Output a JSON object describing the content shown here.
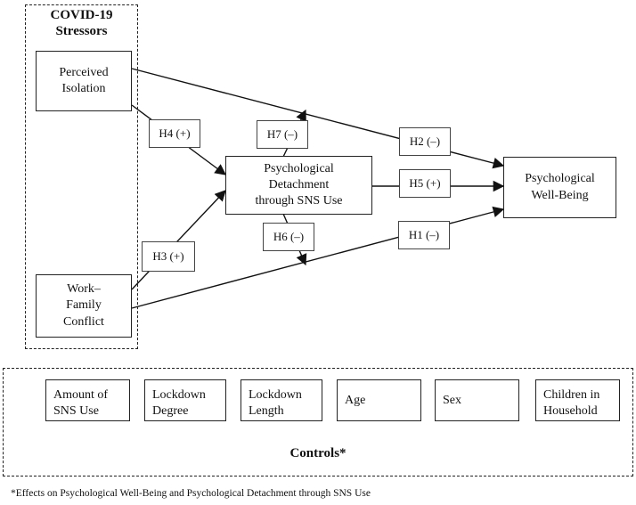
{
  "stressors": {
    "title": "COVID-19\nStressors",
    "perceived_isolation": "Perceived\nIsolation",
    "work_family_conflict": "Work–\nFamily\nConflict"
  },
  "mediator": "Psychological\nDetachment\nthrough SNS Use",
  "outcome": "Psychological\nWell-Being",
  "hypotheses": {
    "h1": "H1 (–)",
    "h2": "H2 (–)",
    "h3": "H3 (+)",
    "h4": "H4 (+)",
    "h5": "H5 (+)",
    "h6": "H6 (–)",
    "h7": "H7 (–)"
  },
  "controls": {
    "title": "Controls*",
    "items": [
      "Amount of\nSNS Use",
      "Lockdown\nDegree",
      "Lockdown\nLength",
      "Age",
      "Sex",
      "Children in\nHousehold"
    ]
  },
  "footnote": "*Effects on Psychological Well-Being and Psychological Detachment through SNS Use"
}
